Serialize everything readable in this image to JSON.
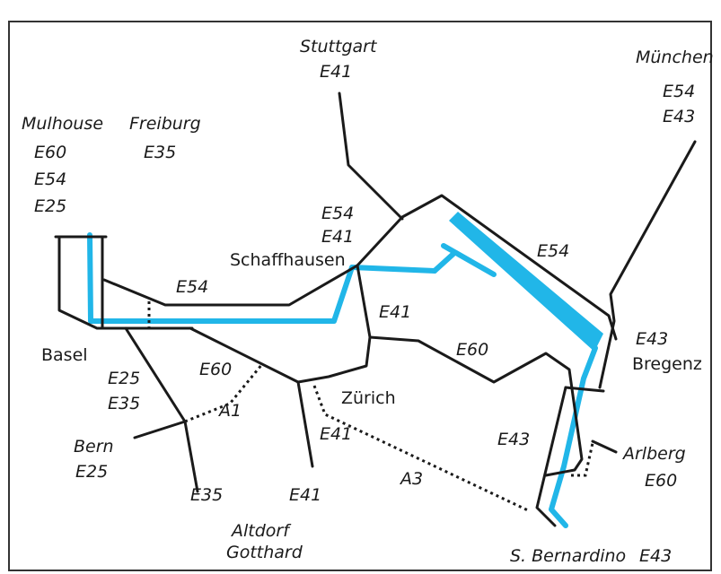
{
  "places": {
    "stuttgart": "Stuttgart",
    "munchen": "München",
    "mulhouse": "Mulhouse",
    "freiburg": "Freiburg",
    "schaffhausen": "Schaffhausen",
    "basel": "Basel",
    "zurich": "Zürich",
    "bregenz": "Bregenz",
    "bern": "Bern",
    "arlberg": "Arlberg",
    "altdorf": "Altdorf",
    "gotthard": "Gotthard",
    "bernardino": "S. Bernardino"
  },
  "roads": {
    "stuttgart_e41": "E41",
    "munchen_e54": "E54",
    "munchen_e43": "E43",
    "mulhouse_e60": "E60",
    "mulhouse_e54": "E54",
    "mulhouse_e25": "E25",
    "freiburg_e35": "E35",
    "schaff_e54": "E54",
    "schaff_e41": "E41",
    "lake_e54": "E54",
    "west_e54": "E54",
    "mid_e41": "E41",
    "e60_east": "E60",
    "e43_bregenz": "E43",
    "basel_e25": "E25",
    "basel_e35": "E35",
    "e60_sw": "E60",
    "a1": "A1",
    "bern_e25": "E25",
    "e35_south": "E35",
    "e41_south": "E41",
    "zurich_e41": "E41",
    "a3": "A3",
    "e43_south": "E43",
    "arlberg_e60": "E60",
    "bernardino_e43": "E43"
  }
}
